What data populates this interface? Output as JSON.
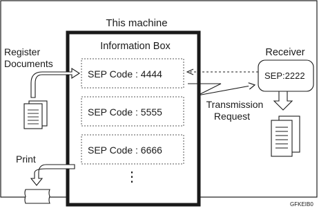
{
  "machine": {
    "title": "This machine",
    "box_title": "Information Box",
    "sep_codes": [
      "SEP Code : 4444",
      "SEP Code : 5555",
      "SEP Code : 6666"
    ],
    "more": "⋮"
  },
  "left": {
    "register": [
      "Register",
      "Documents"
    ],
    "print": "Print"
  },
  "receiver": {
    "title": "Receiver",
    "code": "SEP:2222"
  },
  "transmission": [
    "Transmission",
    "Request"
  ],
  "figure_id": "GFKEIB0"
}
